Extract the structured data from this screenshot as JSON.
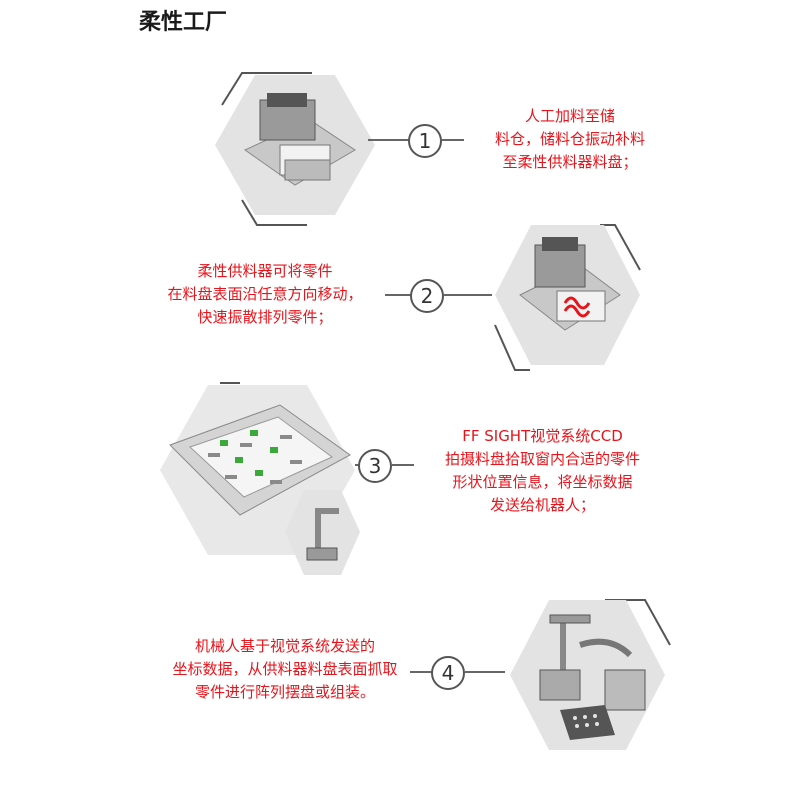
{
  "header": {
    "title": "柔性工厂"
  },
  "steps": [
    {
      "number": "1",
      "lines": [
        "人工加料至储",
        "料仓，储料仓振动补料",
        "至柔性供料器料盘；"
      ]
    },
    {
      "number": "2",
      "lines": [
        "柔性供料器可将零件",
        "在料盘表面沿任意方向移动，",
        "快速振散排列零件；"
      ]
    },
    {
      "number": "3",
      "lines": [
        "FF SIGHT视觉系统CCD",
        "拍摄料盘拾取窗内合适的零件",
        "形状位置信息，将坐标数据",
        "发送给机器人；"
      ]
    },
    {
      "number": "4",
      "lines": [
        "机械人基于视觉系统发送的",
        "坐标数据，从供料器料盘表面抓取",
        "零件进行阵列摆盘或组装。"
      ]
    }
  ],
  "colors": {
    "text_red": "#e8141b",
    "hex_bg": "#e6e6e6",
    "line": "#666666"
  }
}
